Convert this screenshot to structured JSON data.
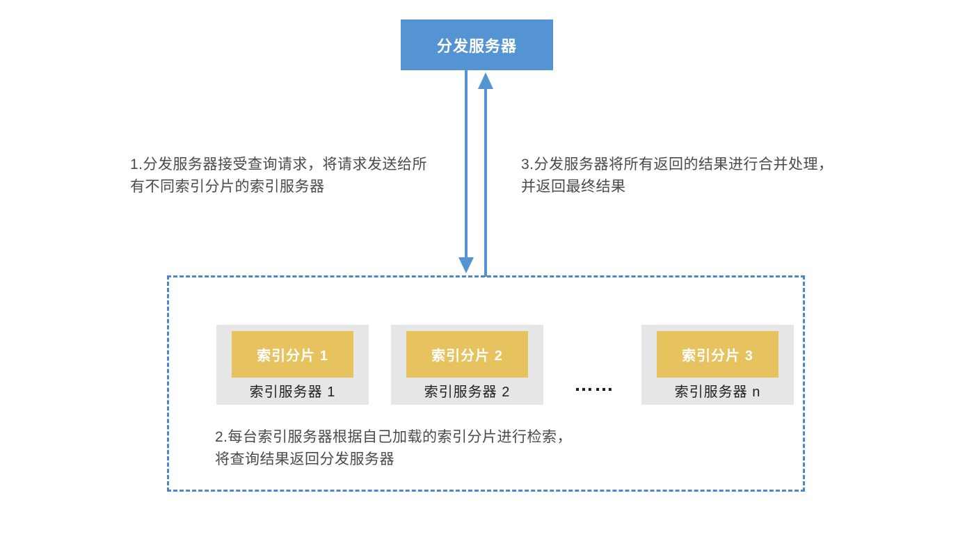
{
  "colors": {
    "dispatcher_blue": "#5594D3",
    "arrow_blue": "#5594D3",
    "dashed_border_blue": "#4C87C9",
    "shard_yellow": "#E6C35F",
    "server_gray": "#E6E6E6",
    "annotation_text": "#4A4A4A",
    "label_text": "#1F1F1F"
  },
  "dispatcher": {
    "label": "分发服务器"
  },
  "annotations": {
    "step1": "1.分发服务器接受查询请求，将请求发送给所\n有不同索引分片的索引服务器",
    "step2": "2.每台索引服务器根据自己加载的索引分片进行检索，\n将查询结果返回分发服务器",
    "step3": "3.分发服务器将所有返回的结果进行合并处理，\n并返回最终结果"
  },
  "cluster": {
    "servers": [
      {
        "shard": "索引分片 1",
        "label": "索引服务器 1"
      },
      {
        "shard": "索引分片 2",
        "label": "索引服务器 2"
      },
      {
        "shard": "索引分片 3",
        "label": "索引服务器 n"
      }
    ],
    "ellipsis": "……"
  }
}
